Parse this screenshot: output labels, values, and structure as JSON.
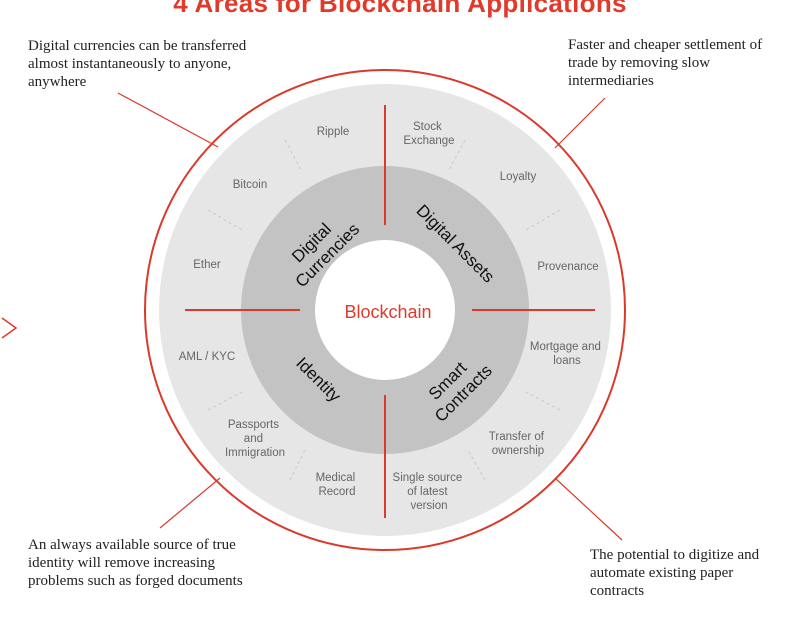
{
  "title": "4 Areas for Blockchain Applications",
  "center_label": "Blockchain",
  "accent_color": "#e03a2b",
  "notes": {
    "top_left": "Digital currencies can be transferred almost instantaneously to anyone, anywhere",
    "top_right": "Faster and cheaper settlement of trade by removing slow intermediaries",
    "bottom_left": "An always available source of true identity will remove increasing problems such as forged documents",
    "bottom_right": "The potential to digitize and automate existing paper contracts"
  },
  "quadrants": {
    "top_left": [
      "Digital",
      "Currencies"
    ],
    "top_right": [
      "Digital Assets"
    ],
    "bottom_left": [
      "Identity"
    ],
    "bottom_right": [
      "Smart",
      "Contracts"
    ]
  },
  "outer_items": {
    "ripple": [
      "Ripple"
    ],
    "stock_exchange": [
      "Stock",
      "Exchange"
    ],
    "loyalty": [
      "Loyalty"
    ],
    "bitcoin": [
      "Bitcoin"
    ],
    "ether": [
      "Ether"
    ],
    "provenance": [
      "Provenance"
    ],
    "mortgage": [
      "Mortgage and",
      "loans"
    ],
    "aml_kyc": [
      "AML / KYC"
    ],
    "transfer": [
      "Transfer of",
      "ownership"
    ],
    "passports": [
      "Passports",
      "and",
      "Immigration"
    ],
    "medical": [
      "Medical",
      "Record"
    ],
    "single_source": [
      "Single source",
      "of latest",
      "version"
    ]
  }
}
